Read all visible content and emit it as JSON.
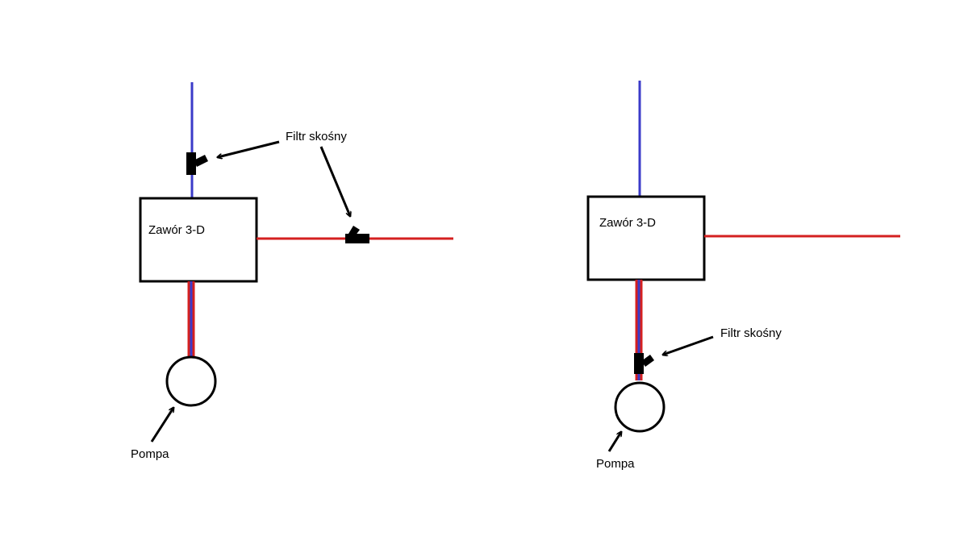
{
  "colors": {
    "supply_pipe": "#3b3bc9",
    "return_pipe": "#d42020",
    "outline": "#000000",
    "background": "#ffffff"
  },
  "left_diagram": {
    "valve_label": "Zawór 3-D",
    "filter_label": "Filtr skośny",
    "pump_label": "Pompa"
  },
  "right_diagram": {
    "valve_label": "Zawór 3-D",
    "filter_label": "Filtr skośny",
    "pump_label": "Pompa"
  }
}
